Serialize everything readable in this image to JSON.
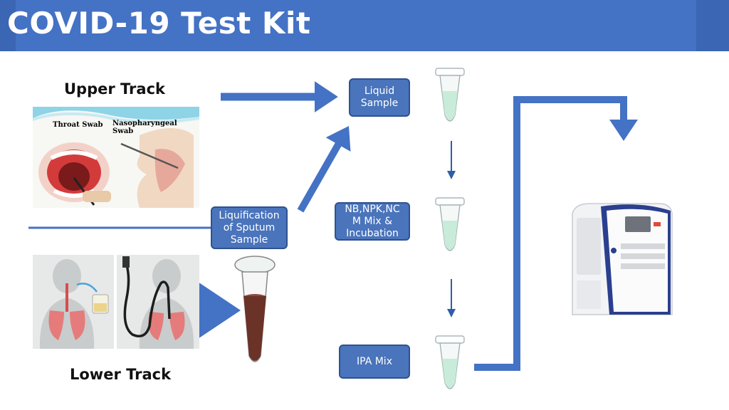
{
  "header": {
    "title": "COVID-19 Test Kit"
  },
  "tracks": {
    "upper": "Upper Track",
    "lower": "Lower Track"
  },
  "swab_images": {
    "throat_caption": "Throat Swab",
    "nasal_caption": "Nasopharyngeal Swab"
  },
  "steps": {
    "liquid_sample": "Liquid\nSample",
    "liquification": "Liquification\nof Sputum\nSample",
    "mix_incubation": "NB,NPK,NC\nM Mix &\nIncubation",
    "ipa_mix": "IPA Mix"
  },
  "colors": {
    "title_bar": "#4472c4",
    "arrow": "#4472c4",
    "box_fill": "#4a74bb",
    "tube_liquid": "#c8ecd9",
    "sputum": "#6b3228"
  }
}
